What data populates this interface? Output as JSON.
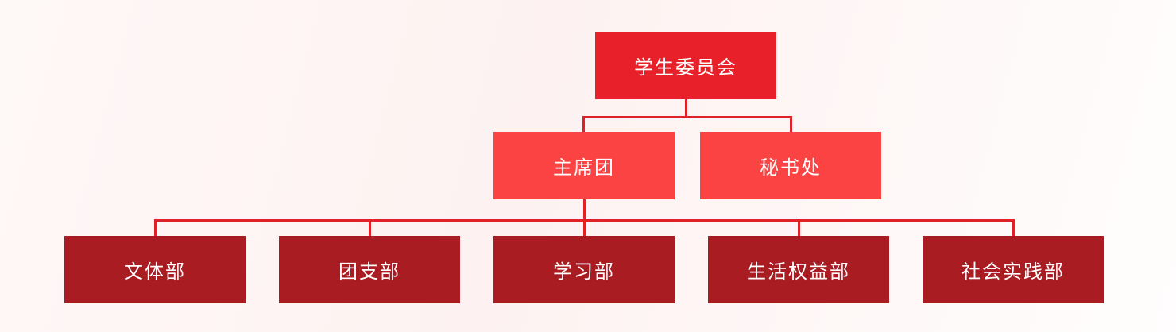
{
  "org_chart": {
    "root": {
      "label": "学生委员会",
      "children": [
        {
          "label": "主席团",
          "children": [
            {
              "label": "文体部"
            },
            {
              "label": "团支部"
            },
            {
              "label": "学习部"
            },
            {
              "label": "生活权益部"
            },
            {
              "label": "社会实践部"
            }
          ]
        },
        {
          "label": "秘书处",
          "children": []
        }
      ]
    }
  },
  "colors": {
    "root_box": "#e8202a",
    "branch_box": "#fc4343",
    "leaf_box": "#a81c22",
    "connector": "#e02128",
    "node_text": "#ffffff",
    "background_start": "#fef8f7",
    "background_mid": "#fdf2f1",
    "background_end": "#fffdfd"
  }
}
